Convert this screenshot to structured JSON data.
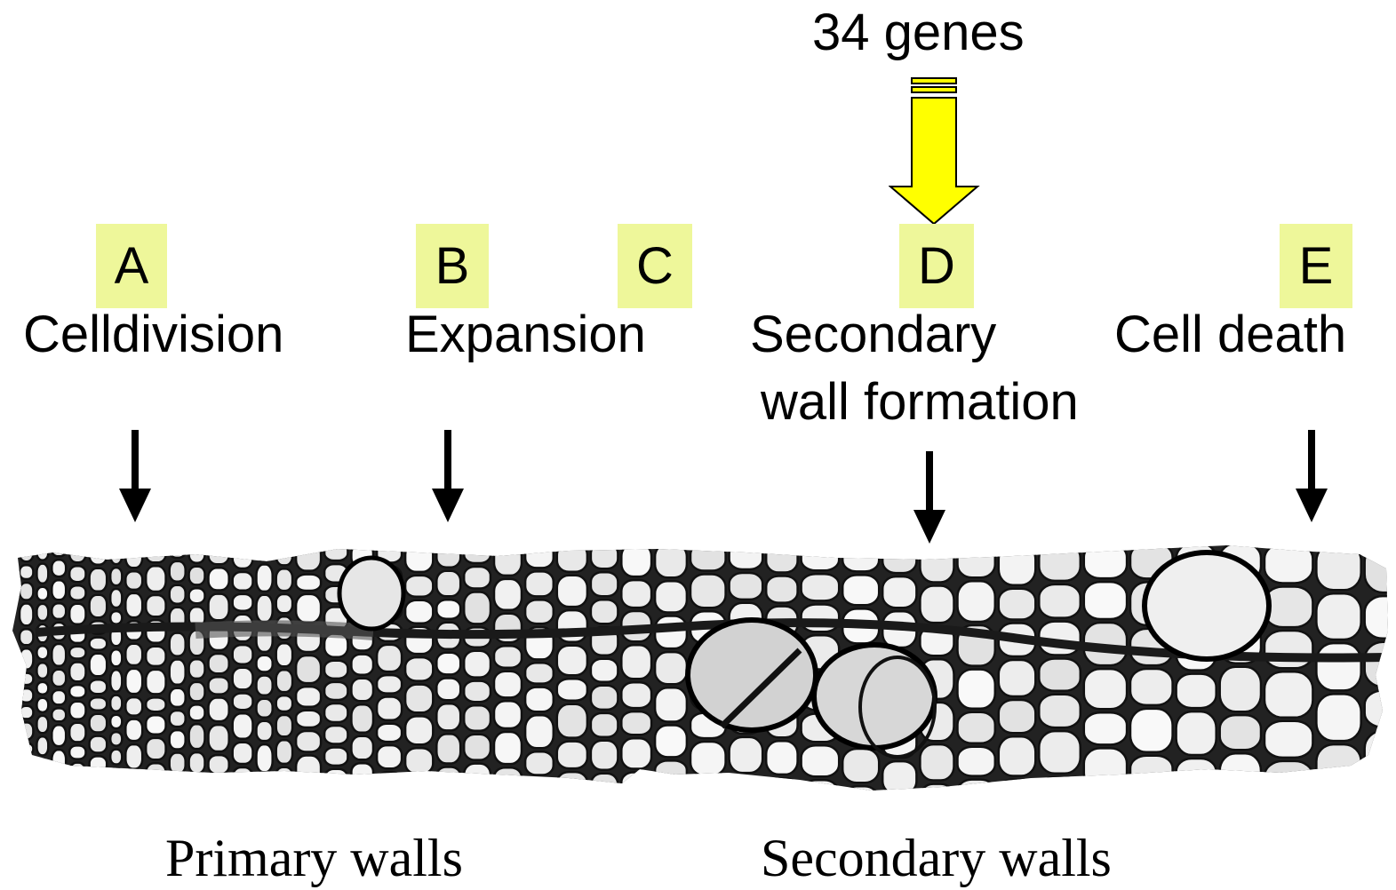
{
  "genes": {
    "label": "34 genes"
  },
  "stages": [
    {
      "letter": "A",
      "label": "Celldivision"
    },
    {
      "letter": "B",
      "label": "Expansion"
    },
    {
      "letter": "C",
      "label": ""
    },
    {
      "letter": "D",
      "label_line1": "Secondary",
      "label_line2": "wall formation"
    },
    {
      "letter": "E",
      "label": "Cell death"
    }
  ],
  "walls": {
    "primary": "Primary walls",
    "secondary": "Secondary walls"
  },
  "colors": {
    "letter_highlight": "#eef79a",
    "gene_arrow": "#ffff00",
    "arrow": "#000000",
    "cell_wall": "#111111",
    "cell_fill": "#d9d9d9"
  },
  "icons": {
    "gene_arrow": "yellow-down-arrow-icon",
    "stage_arrow": "black-down-arrow-icon",
    "tissue": "xylem-tissue-micrograph"
  }
}
